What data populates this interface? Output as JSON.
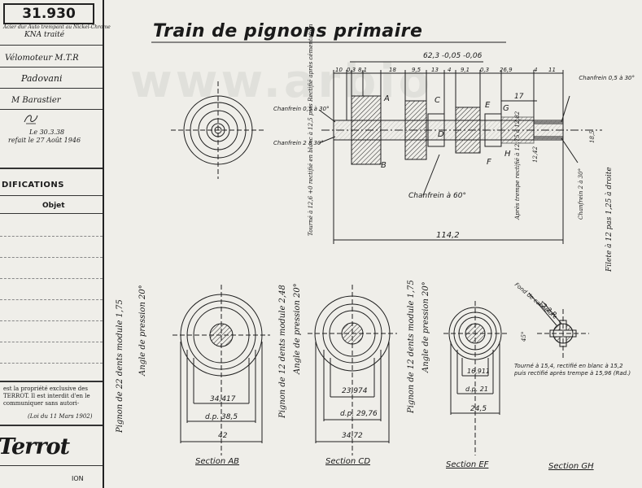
{
  "drawing_number": "31.930",
  "title": "Train de pignons primaire",
  "title_block": {
    "material": "Acier dur Auto trempant au Nickel-Chrome",
    "material_grade": "KNA traité",
    "vehicle": "Vélomoteur M.T.R",
    "draftsman": "Padovani",
    "checker": "M Barastier",
    "date_created": "Le 30.3.38",
    "date_redone": "refait le 27 Août 1946",
    "modifications_header": "DIFICATIONS",
    "objet_header": "Objet",
    "legal_text": "est la propriété exclusive des TERROT. Il est interdit d'en le communiquer sans autori-",
    "law_ref": "(Loi du 11 Mars 1902)",
    "brand": "Terrot",
    "bottom_fragment": "ION"
  },
  "watermark": "www.arbio",
  "shaft": {
    "overall_length": "114,2",
    "chamfer_left_top": "Chanfrein 0,5 à 30°",
    "chamfer_left_bottom": "Chanfrein 2 à 30°",
    "chamfer_right_top": "Chanfrein 0,5 à 30°",
    "chamfer_right_bottom": "Chanfrein 2 à 30°",
    "chamfer_center": "Chanfrein à 60°",
    "thread": "Filete à 12 pas 1,25 à droite",
    "dim_62": "62,3 -0,05 -0,06",
    "dim_17": "17",
    "top_dims": [
      "10",
      "0,3",
      "8,1",
      "18",
      "9,5",
      "13",
      "4",
      "9,1",
      "0,3",
      "26,9",
      "4",
      "11"
    ],
    "diameter_right_1": "18,5",
    "diameter_right_2": "12,42",
    "note_left": "Tourné à 12,6 +0 rectifié en blanc à 12,5 puis Rectifié après cémentation",
    "note_right": "Après trempe rectifié à 12,75 à 12,82",
    "letters": [
      "A",
      "B",
      "C",
      "D",
      "E",
      "F",
      "G",
      "H"
    ]
  },
  "pinions": [
    {
      "spec": "Pignon de 22 dents module 1,75",
      "angle": "Angle de pression 20°",
      "inner": "34,417",
      "pitch": "d.p. 38,5",
      "outer": "42",
      "section": "Section AB"
    },
    {
      "spec": "Pignon de 12 dents module 2,48",
      "angle": "Angle de pression 20°",
      "inner": "23,974",
      "pitch": "d.p. 29,76",
      "outer": "34,72",
      "section": "Section CD"
    },
    {
      "spec": "Pignon de 12 dents module 1,75",
      "angle": "Angle de pression 20°",
      "inner": "16,911",
      "pitch": "d.p. 21",
      "outer": "24,5",
      "section": "Section EF"
    }
  ],
  "section_gh": {
    "section": "Section GH",
    "label_top": "Fond de cannelure",
    "label_r": "12,2 R",
    "angle": "45°",
    "note": "Tourné à 15,4, rectifié en blanc à 15,2 puis rectifié après trempe à 15,96 (Rad.)"
  }
}
